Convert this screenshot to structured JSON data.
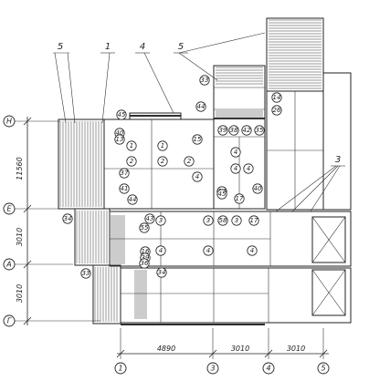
{
  "axes": {
    "rows": [
      "Н",
      "Е",
      "А",
      "Г"
    ],
    "cols": [
      "1",
      "3",
      "4",
      "5"
    ]
  },
  "dimensions": {
    "rows": [
      "11560",
      "3010",
      "3010"
    ],
    "cols": [
      "4890",
      "3010",
      "3010"
    ]
  },
  "callouts": [
    "5",
    "1",
    "4",
    "5",
    "3"
  ],
  "marks": [
    "33",
    "45",
    "40",
    "44",
    "39",
    "38",
    "42",
    "35",
    "14",
    "26",
    "13",
    "1",
    "1",
    "15",
    "2",
    "2",
    "2",
    "4",
    "4",
    "37",
    "4",
    "4",
    "41",
    "14",
    "45",
    "17",
    "40",
    "44",
    "34",
    "43",
    "3",
    "3",
    "58",
    "3",
    "17",
    "55",
    "4",
    "4",
    "4",
    "16",
    "33",
    "39",
    "36",
    "34"
  ],
  "icons": {
    "axis_marker": "axis-bubble-icon",
    "element_marker": "element-mark-icon",
    "stair": "stair-hatch-icon",
    "shaft": "shaft-cross-icon"
  },
  "colors": {
    "ink": "#222222",
    "paper": "#ffffff"
  }
}
